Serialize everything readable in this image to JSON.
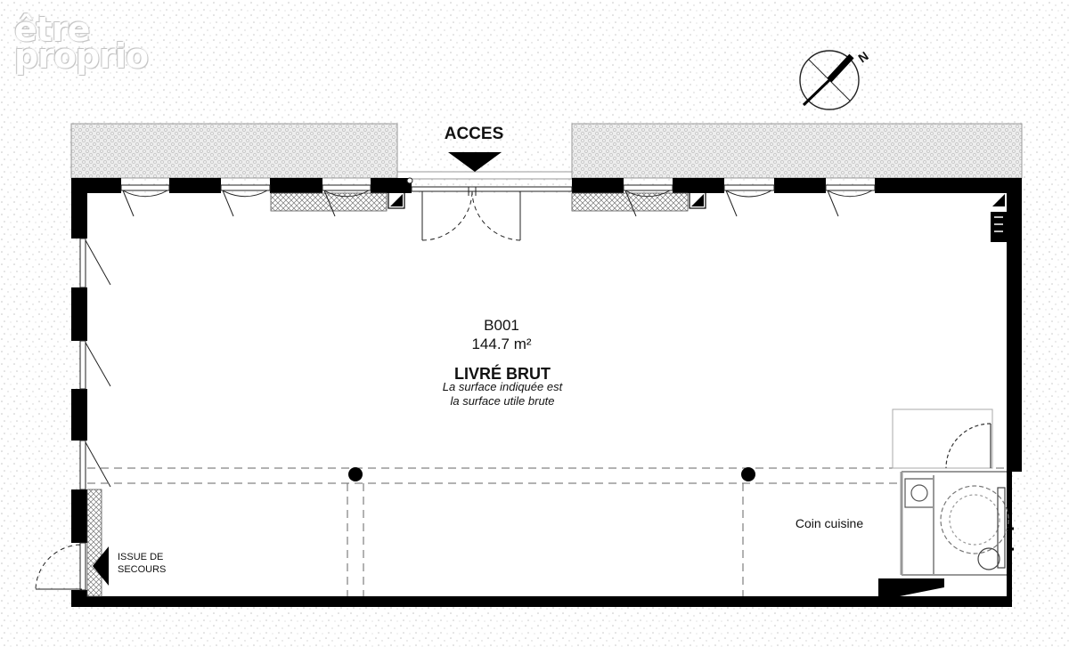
{
  "logo": {
    "line1": "être",
    "line2": "proprio"
  },
  "compass": {
    "north_label": "N"
  },
  "entrance": {
    "label": "ACCES"
  },
  "unit": {
    "id": "B001",
    "area": "144.7 m²",
    "finish_title": "LIVRÉ BRUT",
    "finish_note_1": "La surface indiquée est",
    "finish_note_2": "la surface utile brute"
  },
  "rooms": {
    "kitchen": "Coin cuisine"
  },
  "emergency_exit": {
    "line1": "ISSUE DE",
    "line2": "SECOURS"
  },
  "colors": {
    "wall": "#000000",
    "hatch": "#9a9a9a",
    "ground": "#c8c8c8",
    "line": "#888888"
  }
}
